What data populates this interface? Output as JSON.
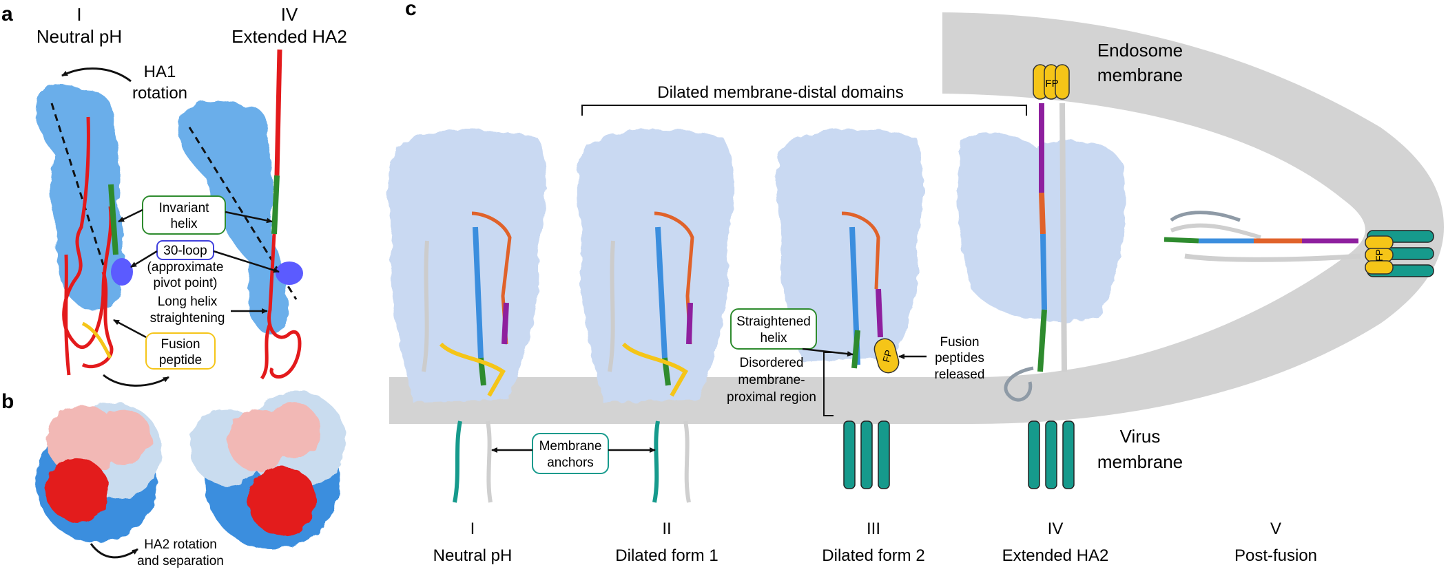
{
  "panels": {
    "a": "a",
    "b": "b",
    "c": "c"
  },
  "panel_a": {
    "state_left_numeral": "I",
    "state_left_name": "Neutral pH",
    "state_right_numeral": "IV",
    "state_right_name": "Extended HA2",
    "ha1_rotation": [
      "HA1",
      "rotation"
    ],
    "invariant_helix": [
      "Invariant",
      "helix"
    ],
    "loop30": [
      "30-loop",
      "(approximate",
      "pivot point)"
    ],
    "long_helix": [
      "Long helix",
      "straightening"
    ],
    "fusion_peptide": [
      "Fusion",
      "peptide"
    ]
  },
  "panel_b": {
    "ha2_rotation": [
      "HA2 rotation",
      "and separation"
    ]
  },
  "panel_c": {
    "endosome_membrane": [
      "Endosome",
      "membrane"
    ],
    "virus_membrane": [
      "Virus",
      "membrane"
    ],
    "dilated_domains": "Dilated membrane-distal domains",
    "straightened_helix": [
      "Straightened",
      "helix"
    ],
    "fusion_peptides_released": [
      "Fusion",
      "peptides",
      "released"
    ],
    "disordered_region": [
      "Disordered",
      "membrane-",
      "proximal region"
    ],
    "membrane_anchors": [
      "Membrane",
      "anchors"
    ],
    "fp_tag": "FP",
    "states": [
      {
        "numeral": "I",
        "name": "Neutral pH"
      },
      {
        "numeral": "II",
        "name": "Dilated form 1"
      },
      {
        "numeral": "III",
        "name": "Dilated form 2"
      },
      {
        "numeral": "IV",
        "name": "Extended HA2"
      },
      {
        "numeral": "V",
        "name": "Post-fusion"
      }
    ]
  },
  "colors": {
    "membrane_gray": "#d3d3d3",
    "ha1_blue": "#6aaeea",
    "ha1_pale": "#c9d9f2",
    "ha2_red": "#e31a1c",
    "helix_green": "#2e8b2e",
    "helix_blue": "#3b8ede",
    "helix_orange": "#e0622a",
    "helix_purple": "#8e1f9e",
    "fusion_yellow": "#f5c518",
    "anchor_teal": "#169a8c",
    "loop_purple": "#5b5bff",
    "pink": "#f2b8b5",
    "gray_chain": "#8e9aa6"
  }
}
